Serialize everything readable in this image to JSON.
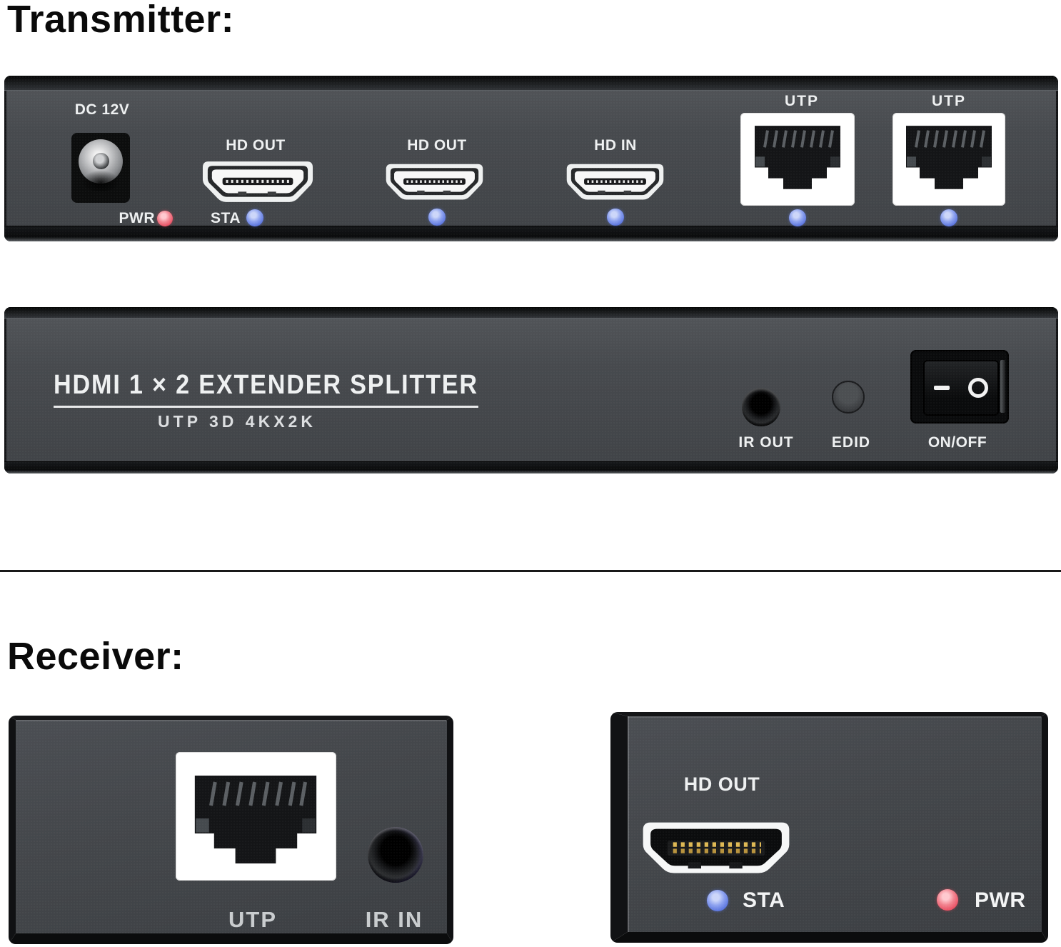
{
  "colors": {
    "page_bg": "#ffffff",
    "panel_face": "#46494d",
    "panel_edge": "#0c0d0e",
    "label_text": "#eef0f1",
    "receiver_label_text": "#c9ccce",
    "led_blue": "#6d86e9",
    "led_red": "#ee5064",
    "heading_text": "#0a0a0a"
  },
  "transmitter": {
    "heading": "Transmitter:",
    "rear_panel": {
      "dc_label": "DC 12V",
      "pwr_label": "PWR",
      "sta_label": "STA",
      "hdmi_ports": [
        {
          "label": "HD OUT"
        },
        {
          "label": "HD OUT"
        },
        {
          "label": "HD IN"
        }
      ],
      "utp_ports": [
        {
          "label": "UTP"
        },
        {
          "label": "UTP"
        }
      ]
    },
    "front_panel": {
      "title": "HDMI 1 × 2 EXTENDER SPLITTER",
      "subtitle": "UTP 3D 4KX2K",
      "ir_out_label": "IR OUT",
      "edid_label": "EDID",
      "switch_label": "ON/OFF",
      "switch_symbols": "— O"
    }
  },
  "receiver": {
    "heading": "Receiver:",
    "utp_unit": {
      "utp_label": "UTP",
      "ir_in_label": "IR IN"
    },
    "hdmi_unit": {
      "hd_out_label": "HD OUT",
      "sta_label": "STA",
      "pwr_label": "PWR"
    }
  }
}
